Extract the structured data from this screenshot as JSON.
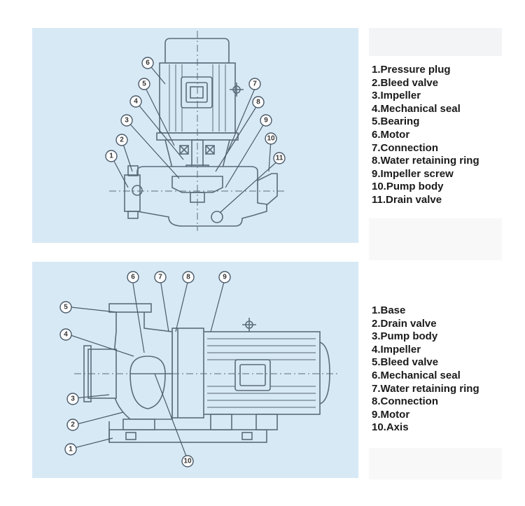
{
  "top_diagram": {
    "callouts": [
      "1",
      "2",
      "3",
      "4",
      "5",
      "6",
      "7",
      "8",
      "9",
      "10",
      "11"
    ],
    "legend": [
      "1.Pressure plug",
      "2.Bleed valve",
      "3.Impeller",
      "4.Mechanical seal",
      "5.Bearing",
      "6.Motor",
      "7.Connection",
      "8.Water retaining ring",
      "9.Impeller screw",
      "10.Pump body",
      "11.Drain valve"
    ]
  },
  "bottom_diagram": {
    "callouts": [
      "1",
      "2",
      "3",
      "4",
      "5",
      "6",
      "7",
      "8",
      "9",
      "10"
    ],
    "legend": [
      "1.Base",
      "2.Drain valve",
      "3.Pump body",
      "4.Impeller",
      "5.Bleed valve",
      "6.Mechanical seal",
      "7.Water retaining ring",
      "8.Connection",
      "9.Motor",
      "10.Axis"
    ]
  },
  "colors": {
    "panel_background": "#d8e9f6",
    "line": "#5a6b7a",
    "text": "#1a1a1a"
  }
}
